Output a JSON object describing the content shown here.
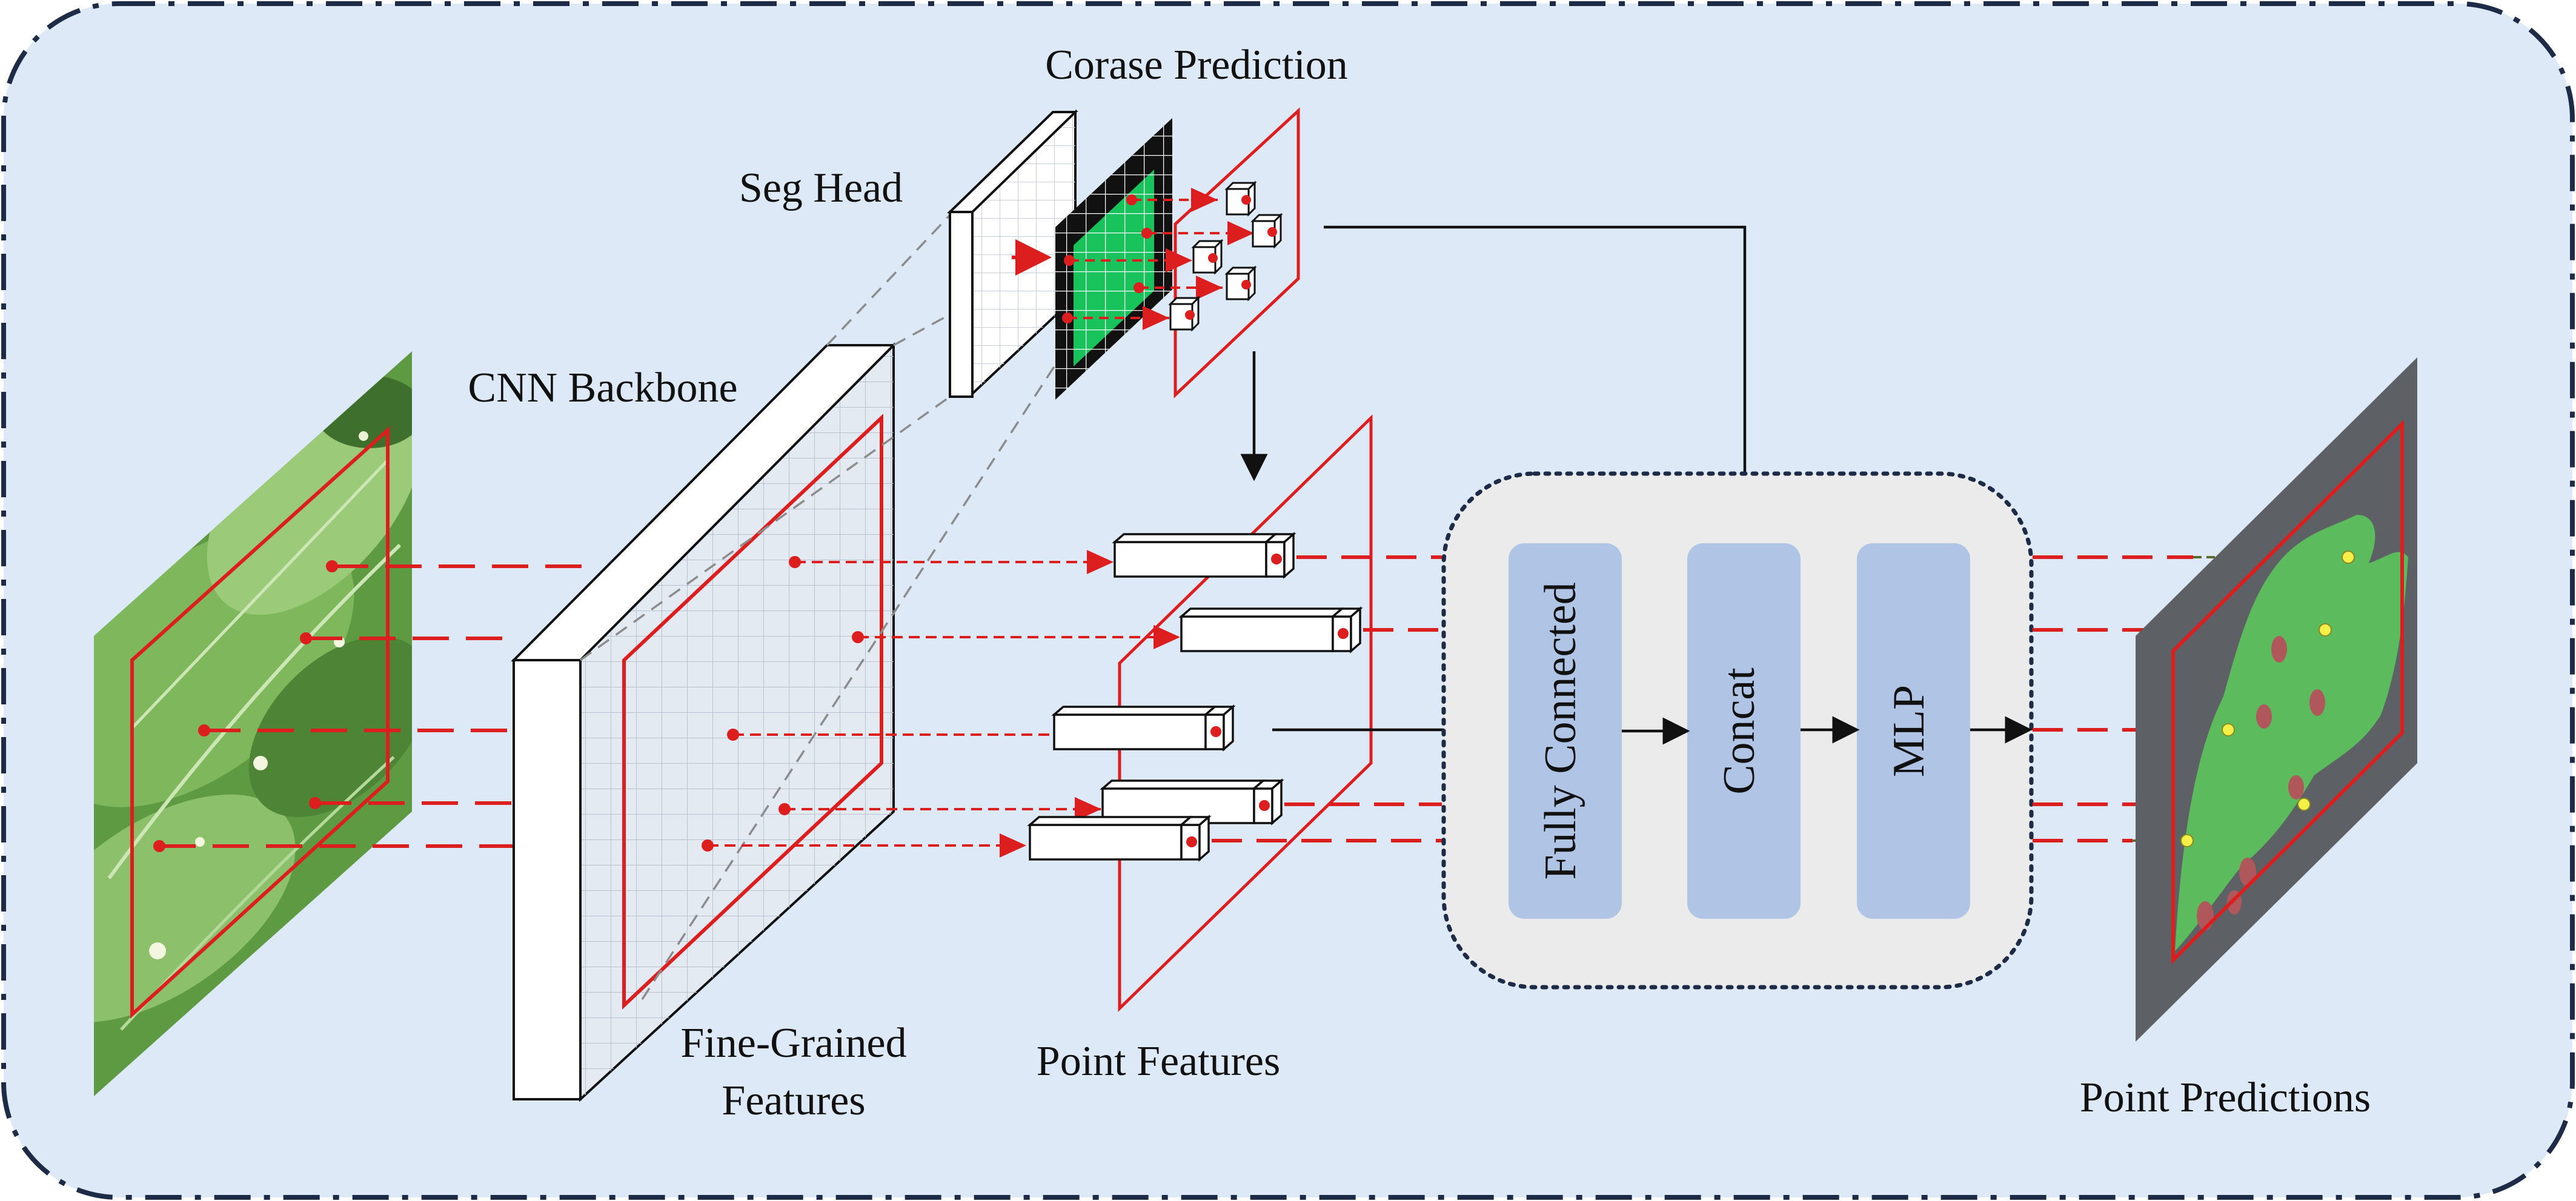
{
  "labels": {
    "coarse_prediction": "Corase Prediction",
    "seg_head": "Seg Head",
    "cnn_backbone": "CNN Backbone",
    "fine_grained_1": "Fine-Grained",
    "fine_grained_2": "Features",
    "point_features": "Point Features",
    "point_predictions": "Point Predictions"
  },
  "blocks": {
    "fully_connected": "Fully Connected",
    "concat": "Concat",
    "mlp": "MLP"
  },
  "colors": {
    "background_panel": "#dde9f6",
    "panel_border": "#1e2b46",
    "arrow_red": "#dd1e1e",
    "block_fill": "#b0c4e6",
    "module_fill": "#ebebeb",
    "mask_green": "#17c35a",
    "prediction_green": "#5cbb5c",
    "prediction_background": "#5d6065",
    "leaf_green": "#5e9a42",
    "point_yellow": "#f4f048"
  }
}
